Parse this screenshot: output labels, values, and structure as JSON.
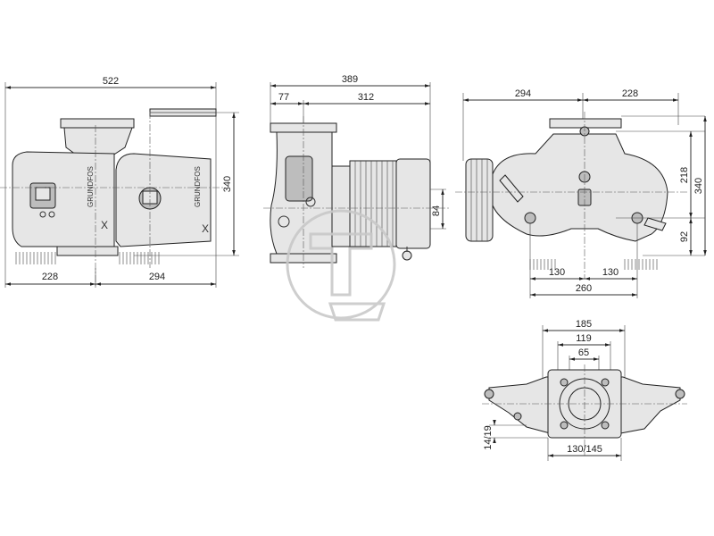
{
  "views": {
    "front": {
      "dims": {
        "overall_width": "522",
        "left_part": "228",
        "right_part": "294",
        "height": "340"
      }
    },
    "side": {
      "dims": {
        "overall_width": "389",
        "flange_offset": "77",
        "motor_length": "312",
        "axis_height": "84"
      }
    },
    "rear": {
      "dims": {
        "left_width": "294",
        "right_width": "228",
        "upper_height": "218",
        "total_height": "340",
        "lower_height": "92",
        "foot_left": "130",
        "foot_right": "130",
        "foot_span": "260"
      }
    },
    "top": {
      "dims": {
        "flange_outer": "185",
        "bolt_circle": "119",
        "bore": "65",
        "flange_thickness": "14/19",
        "bolt_pcd": "130/145"
      }
    }
  },
  "colors": {
    "line": "#222222",
    "fill": "#e6e6e6",
    "watermark": "#c9c9c9"
  }
}
